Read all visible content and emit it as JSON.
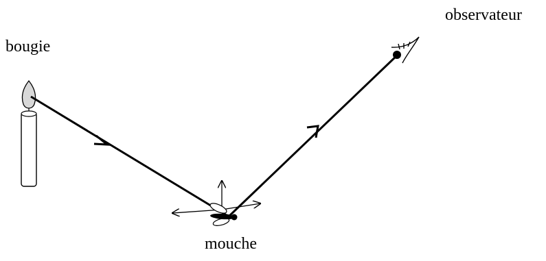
{
  "labels": {
    "candle": "bougie",
    "observer": "observateur",
    "fly": "mouche"
  },
  "colors": {
    "ink": "#000000",
    "flame_fill": "#d8d8d8",
    "background": "#ffffff"
  }
}
